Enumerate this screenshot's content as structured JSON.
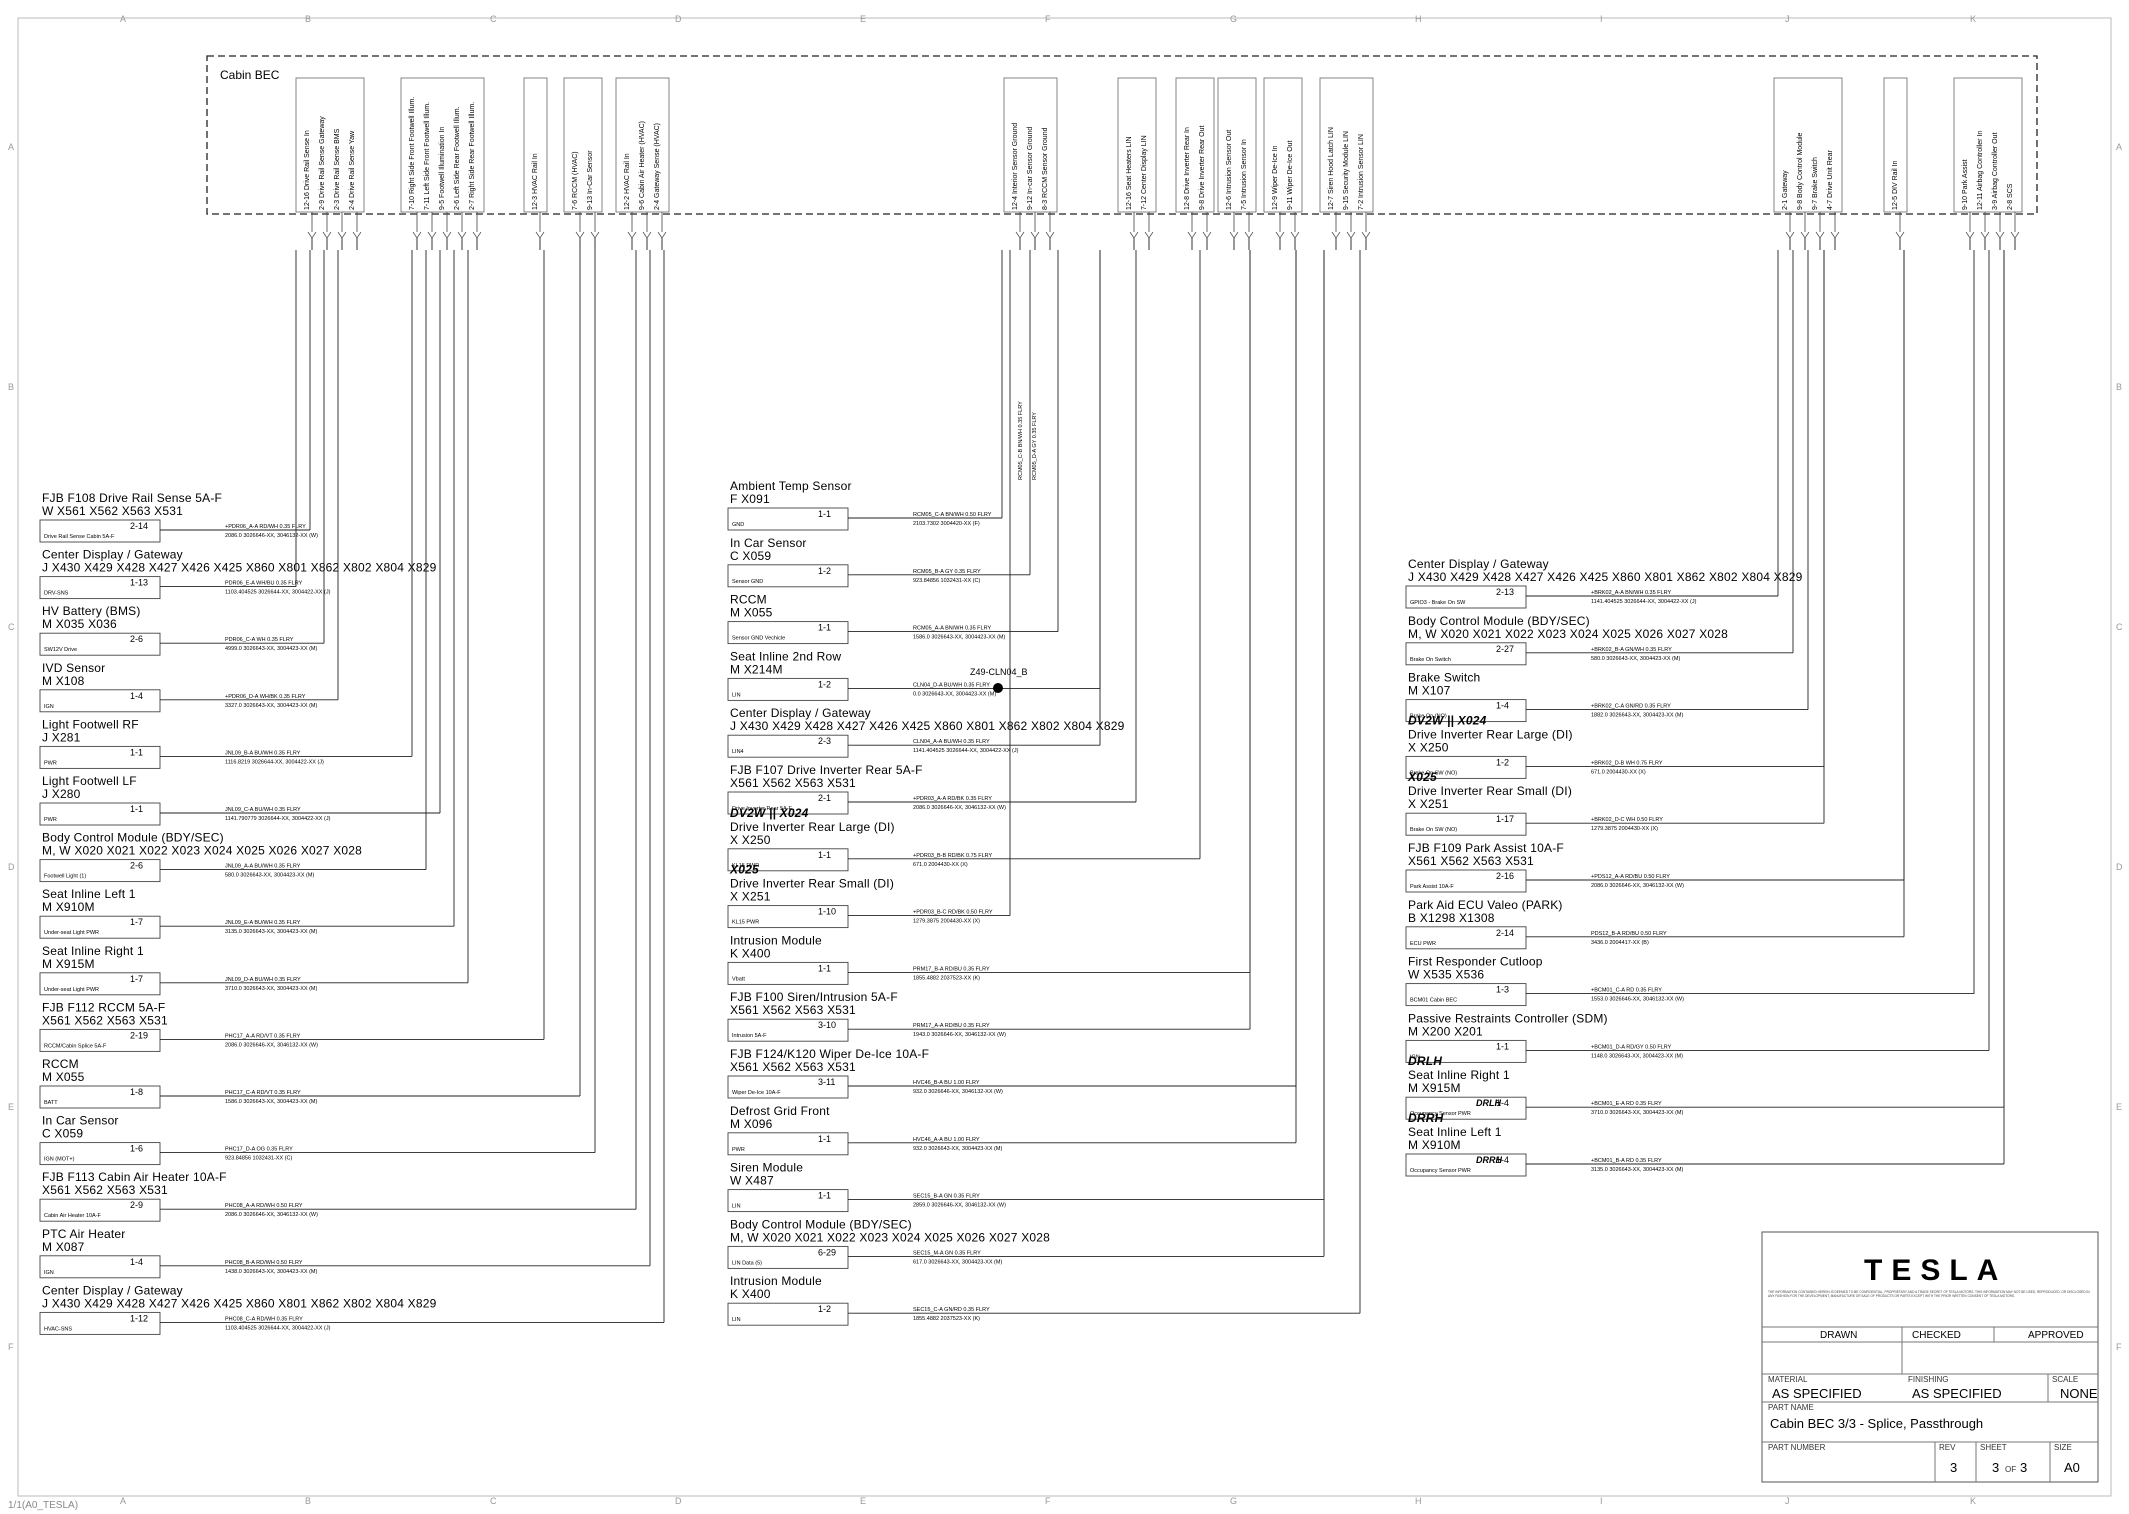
{
  "cabin_bec": {
    "title": "Cabin BEC",
    "groups": [
      {
        "pins": [
          {
            "id": "12-16",
            "label": "Drive Rail Sense In"
          },
          {
            "id": "2-9",
            "label": "Drive Rail Sense Gateway"
          },
          {
            "id": "2-3",
            "label": "Drive Rail Sense BMS"
          },
          {
            "id": "2-4",
            "label": "Drive Rail Sense Yaw"
          }
        ]
      },
      {
        "pins": [
          {
            "id": "7-10",
            "label": "Right Side Front Footwell Illum."
          },
          {
            "id": "7-11",
            "label": "Left Side Front Footwell Illum."
          },
          {
            "id": "9-5",
            "label": "Footwell Illumination In"
          },
          {
            "id": "2-6",
            "label": "Left Side Rear Footwell Illum."
          },
          {
            "id": "2-7",
            "label": "Right Side Rear Footwell Illum."
          }
        ]
      },
      {
        "pins": [
          {
            "id": "12-3",
            "label": "HVAC Rail In"
          }
        ]
      },
      {
        "pins": [
          {
            "id": "7-6",
            "label": "RCCM (HVAC)"
          },
          {
            "id": "9-13",
            "label": "In-Car Sensor"
          }
        ]
      },
      {
        "pins": [
          {
            "id": "12-2",
            "label": "HVAC Rail In"
          },
          {
            "id": "9-6",
            "label": "Cabin Air Heater (HVAC)"
          },
          {
            "id": "2-4",
            "label": "Gateway Sense (HVAC)"
          }
        ]
      },
      {
        "pins": [
          {
            "id": "12-4",
            "label": "Interior Sensor Ground"
          },
          {
            "id": "9-12",
            "label": "In-car Sensor Ground"
          },
          {
            "id": "8-3",
            "label": "RCCM Sensor Ground"
          }
        ]
      },
      {
        "pins": [
          {
            "id": "12-16",
            "label": "Seat Heaters LIN"
          },
          {
            "id": "7-12",
            "label": "Center Display LIN"
          }
        ]
      },
      {
        "pins": [
          {
            "id": "12-8",
            "label": "Drive Inverter Rear In"
          },
          {
            "id": "9-8",
            "label": "Drive Inverter Rear Out"
          }
        ]
      },
      {
        "pins": [
          {
            "id": "12-6",
            "label": "Intrusion Sensor Out"
          },
          {
            "id": "7-5",
            "label": "Intrusion Sensor In"
          }
        ]
      },
      {
        "pins": [
          {
            "id": "12-9",
            "label": "Wiper De-Ice In"
          },
          {
            "id": "9-11",
            "label": "Wiper De-Ice Out"
          }
        ]
      },
      {
        "pins": [
          {
            "id": "12-7",
            "label": "Siren Hood Latch LIN"
          },
          {
            "id": "9-15",
            "label": "Security Module LIN"
          },
          {
            "id": "7-2",
            "label": "Intrusion Sensor LIN"
          }
        ]
      },
      {
        "pins": [
          {
            "id": "2-1",
            "label": "Gateway"
          },
          {
            "id": "9-8",
            "label": "Body Control Module"
          },
          {
            "id": "9-7",
            "label": "Brake Switch"
          },
          {
            "id": "4-7",
            "label": "Drive Unit Rear"
          }
        ]
      },
      {
        "pins": [
          {
            "id": "12-5",
            "label": "DIV Rail In"
          }
        ]
      },
      {
        "pins": [
          {
            "id": "9-10",
            "label": "Park Assist"
          },
          {
            "id": "12-11",
            "label": "Airbag Controller In"
          },
          {
            "id": "3-9",
            "label": "Airbag Controller Out"
          },
          {
            "id": "2-8",
            "label": "SCS"
          }
        ]
      }
    ]
  },
  "left_column": [
    {
      "title": "FJB F108 Drive Rail Sense 5A-F",
      "conn": "W     X561   X562   X563   X531",
      "pin": "2-14",
      "func": "Drive Rail Sense Cabin 5A-F",
      "wire": "+PDR06_A-A   RD/WH   0.35   FLRY",
      "part": "2086.0   3026646-XX, 3046132-XX (W)"
    },
    {
      "title": "Center Display / Gateway",
      "conn": "J     X430   X429   X428   X427   X426   X425   X860   X801   X862   X802   X804   X829",
      "pin": "1-13",
      "func": "DRV-SNS",
      "wire": "PDR06_E-A   WH/BU   0.35   FLRY",
      "part": "1103.404525   3026644-XX, 3004422-XX (J)"
    },
    {
      "title": "HV Battery (BMS)",
      "conn": "M     X035   X036",
      "pin": "2-6",
      "func": "SW12V Drive",
      "wire": "PDR06_C-A   WH   0.35   FLRY",
      "part": "4999.0   3026643-XX, 3004423-XX (M)"
    },
    {
      "title": "IVD Sensor",
      "conn": "M     X108",
      "pin": "1-4",
      "func": "IGN",
      "wire": "+PDR06_D-A   WH/BK   0.35   FLRY",
      "part": "3327.0   3026643-XX, 3004423-XX (M)"
    },
    {
      "title": "Light Footwell RF",
      "conn": "J     X281",
      "pin": "1-1",
      "func": "PWR",
      "wire": "JNL09_B-A   BU/WH   0.35   FLRY",
      "part": "1116.8219   3026644-XX, 3004422-XX (J)"
    },
    {
      "title": "Light Footwell LF",
      "conn": "J     X280",
      "pin": "1-1",
      "func": "PWR",
      "wire": "JNL09_C-A   BU/WH   0.35   FLRY",
      "part": "1141.790779   3026644-XX, 3004422-XX (J)"
    },
    {
      "title": "Body Control Module (BDY/SEC)",
      "conn": "M, W   X020   X021   X022   X023   X024   X025   X026   X027   X028",
      "pin": "2-6",
      "func": "Footwell Light (1)",
      "wire": "JNL09_A-A   BU/WH   0.35   FLRY",
      "part": "580.0   3026643-XX, 3004423-XX (M)"
    },
    {
      "title": "Seat Inline Left 1",
      "conn": "M     X910M",
      "pin": "1-7",
      "func": "Under-seat Light PWR",
      "wire": "JNL09_E-A   BU/WH   0.35   FLRY",
      "part": "3135.0   3026643-XX, 3004423-XX (M)"
    },
    {
      "title": "Seat Inline Right 1",
      "conn": "M     X915M",
      "pin": "1-7",
      "func": "Under-seat Light PWR",
      "wire": "JNL09_D-A   BU/WH   0.35   FLRY",
      "part": "3710.0   3026643-XX, 3004423-XX (M)"
    },
    {
      "title": "FJB F112 RCCM 5A-F",
      "conn": "      X561   X562   X563   X531",
      "pin": "2-19",
      "func": "RCCM/Cabin Splice 5A-F",
      "wire": "PHC17_A-A   RD/VT   0.35   FLRY",
      "part": "2086.0   3026646-XX, 3046132-XX (W)"
    },
    {
      "title": "RCCM",
      "conn": "M     X055",
      "pin": "1-8",
      "func": "BATT",
      "wire": "PHC17_C-A   RD/VT   0.35   FLRY",
      "part": "1586.0   3026643-XX, 3004423-XX (M)"
    },
    {
      "title": "In Car Sensor",
      "conn": "C     X059",
      "pin": "1-6",
      "func": "IGN (MOT+)",
      "wire": "PHC17_D-A   OG   0.35   FLRY",
      "part": "923.84856   1032431-XX (C)"
    },
    {
      "title": "FJB F113 Cabin Air Heater 10A-F",
      "conn": "      X561   X562   X563   X531",
      "pin": "2-9",
      "func": "Cabin Air Heater 10A-F",
      "wire": "PHC08_A-A   RD/WH   0.50   FLRY",
      "part": "2086.0   3026646-XX, 3046132-XX (W)"
    },
    {
      "title": "PTC Air Heater",
      "conn": "M     X087",
      "pin": "1-4",
      "func": "IGN",
      "wire": "PHC08_B-A   RD/WH   0.50   FLRY",
      "part": "1438.0   3026643-XX, 3004423-XX (M)"
    },
    {
      "title": "Center Display / Gateway",
      "conn": "J     X430   X429   X428   X427   X426   X425   X860   X801   X862   X802   X804   X829",
      "pin": "1-12",
      "func": "HVAC-SNS",
      "wire": "PHC08_C-A   RD/WH   0.35   FLRY",
      "part": "1103.404525   3026644-XX, 3004422-XX (J)"
    }
  ],
  "middle_column": [
    {
      "title": "Ambient Temp Sensor",
      "conn": "F     X091",
      "pin": "1-1",
      "func": "GND",
      "wire": "RCM05_C-A   BN/WH   0.50   FLRY",
      "part": "2103.7302   3004420-XX (F)"
    },
    {
      "title": "In Car Sensor",
      "conn": "C     X059",
      "pin": "1-2",
      "func": "Sensor GND",
      "wire": "RCM05_B-A   GY   0.35   FLRY",
      "part": "923.84856   1032431-XX (C)"
    },
    {
      "title": "RCCM",
      "conn": "M     X055",
      "pin": "1-1",
      "func": "Sensor GND Vechicle",
      "wire": "RCM05_A-A   BN/WH   0.35   FLRY",
      "part": "1586.0   3026643-XX, 3004423-XX (M)"
    },
    {
      "title": "Seat Inline 2nd Row",
      "conn": "M     X214M",
      "pin": "1-2",
      "func": "LIN",
      "wire": "CLN04_D-A   BU/WH   0.35   FLRY",
      "part": "0.0   3026643-XX, 3004423-XX (M)"
    },
    {
      "title": "Center Display / Gateway",
      "conn": "J     X430   X429   X428   X427   X426   X425   X860   X801   X862   X802   X804   X829",
      "pin": "2-3",
      "func": "LIN4",
      "wire": "CLN04_A-A   BU/WH   0.35   FLRY",
      "part": "1141.404525   3026644-XX, 3004422-XX (J)"
    },
    {
      "title": "FJB F107 Drive Inverter Rear 5A-F",
      "conn": "      X561   X562   X563   X531",
      "pin": "2-1",
      "func": "Drive Inverter Rear 5A-F",
      "wire": "+PDR03_A-A   RD/BK   0.35   FLRY",
      "part": "2086.0   3026646-XX, 3046132-XX (W)"
    },
    {
      "title": "Drive Inverter Rear Large (DI)",
      "conn": "X     X250",
      "pin": "1-1",
      "func": "KL15 PWR",
      "wire": "+PDR03_B-B   RD/BK   0.75   FLRY",
      "part": "671.0   2004430-XX (X)",
      "tag": "DV2W || X024"
    },
    {
      "title": "Drive Inverter Rear Small (DI)",
      "conn": "X     X251",
      "pin": "1-10",
      "func": "KL15 PWR",
      "wire": "+PDR03_B-C   RD/BK   0.50   FLRY",
      "part": "1279.3875   2004430-XX (X)",
      "tag": "X025"
    },
    {
      "title": "Intrusion Module",
      "conn": "K     X400",
      "pin": "1-1",
      "func": "Vbatt",
      "wire": "PRM17_B-A   RD/BU   0.35   FLRY",
      "part": "1855.4882   2037523-XX (K)"
    },
    {
      "title": "FJB F100 Siren/Intrusion 5A-F",
      "conn": "      X561   X562   X563   X531",
      "pin": "3-10",
      "func": "Intrusion 5A-F",
      "wire": "PRM17_A-A   RD/BU   0.35   FLRY",
      "part": "1943.0   3026646-XX, 3046132-XX (W)"
    },
    {
      "title": "FJB F124/K120 Wiper De-Ice 10A-F",
      "conn": "      X561   X562   X563   X531",
      "pin": "3-11",
      "func": "Wiper De-Ice 10A-F",
      "wire": "HVC46_B-A   BU   1.00   FLRY",
      "part": "932.0   3026646-XX, 3046132-XX (W)"
    },
    {
      "title": "Defrost Grid Front",
      "conn": "M     X096",
      "pin": "1-1",
      "func": "PWR",
      "wire": "HVC46_A-A   BU   1.00   FLRY",
      "part": "932.0   3026643-XX, 3004423-XX (M)"
    },
    {
      "title": "Siren Module",
      "conn": "W     X487",
      "pin": "1-1",
      "func": "LIN",
      "wire": "SEC15_B-A   GN   0.35   FLRY",
      "part": "2859.0   3026646-XX, 3046132-XX (W)"
    },
    {
      "title": "Body Control Module (BDY/SEC)",
      "conn": "M, W   X020   X021   X022   X023   X024   X025   X026   X027   X028",
      "pin": "6-29",
      "func": "LIN Data (5)",
      "wire": "SEC15_M-A   GN   0.35   FLRY",
      "part": "617.0   3026643-XX, 3004423-XX (M)"
    },
    {
      "title": "Intrusion Module",
      "conn": "K     X400",
      "pin": "1-2",
      "func": "LIN",
      "wire": "SEC15_C-A   GN/RD   0.35   FLRY",
      "part": "1855.4882   2037523-XX (K)"
    }
  ],
  "right_column": [
    {
      "title": "Center Display / Gateway",
      "conn": "J     X430   X429   X428   X427   X426   X425   X860   X801   X862   X802   X804   X829",
      "pin": "2-13",
      "func": "GPIO3 - Brake On SW",
      "wire": "+BRK02_A-A   BN/WH   0.35   FLRY",
      "part": "1141.404525   3026644-XX, 3004422-XX (J)"
    },
    {
      "title": "Body Control Module (BDY/SEC)",
      "conn": "M, W   X020   X021   X022   X023   X024   X025   X026   X027   X028",
      "pin": "2-27",
      "func": "Brake On Switch",
      "wire": "+BRK02_B-A   GN/WH   0.35   FLRY",
      "part": "580.0   3026643-XX, 3004423-XX (M)"
    },
    {
      "title": "Brake Switch",
      "conn": "M     X107",
      "pin": "1-4",
      "func": "Brake On (NO)",
      "wire": "+BRK02_C-A   GN/RD   0.35   FLRY",
      "part": "1882.0   3026643-XX, 3004423-XX (M)"
    },
    {
      "title": "Drive Inverter Rear Large (DI)",
      "conn": "X     X250",
      "pin": "1-2",
      "func": "Brake On SW (NO)",
      "wire": "+BRK02_D-B   WH   0.75   FLRY",
      "part": "671.0   2004430-XX (X)",
      "tag": "DV2W || X024"
    },
    {
      "title": "Drive Inverter Rear Small (DI)",
      "conn": "X     X251",
      "pin": "1-17",
      "func": "Brake On SW (NO)",
      "wire": "+BRK02_D-C   WH   0.50   FLRY",
      "part": "1279.3875   2004430-XX (X)",
      "tag": "X025"
    },
    {
      "title": "FJB F109 Park Assist 10A-F",
      "conn": "      X561   X562   X563   X531",
      "pin": "2-16",
      "func": "Park Assist 10A-F",
      "wire": "+PDS12_A-A   RD/BU   0.50   FLRY",
      "part": "2086.0   3026646-XX, 3046132-XX (W)"
    },
    {
      "title": "Park Aid ECU Valeo (PARK)",
      "conn": "B     X1298   X1308",
      "pin": "2-14",
      "func": "ECU PWR",
      "wire": "PDS12_B-A   RD/BU   0.50   FLRY",
      "part": "3436.0   2004417-XX (B)"
    },
    {
      "title": "First Responder Cutloop",
      "conn": "W     X535   X536",
      "pin": "1-3",
      "func": "BCM01 Cabin BEC",
      "wire": "+BCM01_C-A   RD   0.35   FLRY",
      "part": "1553.0   3026646-XX, 3046132-XX (W)"
    },
    {
      "title": "Passive Restraints Controller (SDM)",
      "conn": "M     X200   X201",
      "pin": "1-1",
      "func": "IGN",
      "wire": "+BCM01_D-A   RD/GY   0.50   FLRY",
      "part": "1148.0   3026643-XX, 3004423-XX (M)"
    },
    {
      "title": "Seat Inline Right 1",
      "conn": "M     X915M",
      "pin": "1-4",
      "func": "Occupancy Sensor PWR",
      "wire": "+BCM01_E-A   RD   0.35   FLRY",
      "part": "3710.0   3026643-XX, 3004423-XX (M)",
      "tag": "DRLH"
    },
    {
      "title": "Seat Inline Left 1",
      "conn": "M     X910M",
      "pin": "1-4",
      "func": "Occupancy Sensor PWR",
      "wire": "+BCM01_B-A   RD   0.35   FLRY",
      "part": "3135.0   3026643-XX, 3004423-XX (M)",
      "tag": "DRRH"
    }
  ],
  "splice_labels": {
    "center": "Z49-CLN04_B",
    "v1": "RCM05_C-B   BN/WH   0.35   FLRY",
    "v2": "RCM05_D-A   GY   0.35   FLRY"
  },
  "grid": {
    "cols": [
      "A",
      "B",
      "C",
      "D",
      "E",
      "F",
      "G",
      "H",
      "I",
      "J",
      "K"
    ],
    "rows": [
      "A",
      "B",
      "C",
      "D",
      "E",
      "F"
    ]
  },
  "title_block": {
    "logo": "TESLA",
    "disclaimer": "THE INFORMATION CONTAINED HEREIN IS DEEMED TO BE CONFIDENTIAL, PROPRIETARY AND A TRADE SECRET OF TESLA MOTORS. THIS INFORMATION MAY NOT BE USED, REPRODUCED, OR DISCLOSED IN ANY FASHION FOR THE DEVELOPMENT, MANUFACTURE OR SALE OF PRODUCTS OR PARTS EXCEPT WITH THE PRIOR WRITTEN CONSENT OF TESLA MOTORS.",
    "drawn_label": "DRAWN",
    "checked_label": "CHECKED",
    "approved_label": "APPROVED",
    "material_label": "MATERIAL",
    "material": "AS SPECIFIED",
    "finishing_label": "FINISHING",
    "finishing": "AS SPECIFIED",
    "scale_label": "SCALE",
    "scale": "NONE",
    "part_name_label": "PART NAME",
    "part_name": "Cabin BEC 3/3 - Splice, Passthrough",
    "part_number_label": "PART NUMBER",
    "rev_label": "REV",
    "rev": "3",
    "sheet_label": "SHEET",
    "sheet": "3",
    "of_label": "OF",
    "of": "3",
    "size_label": "SIZE",
    "size": "A0"
  },
  "footer_stamp": "1/1(A0_TESLA)"
}
